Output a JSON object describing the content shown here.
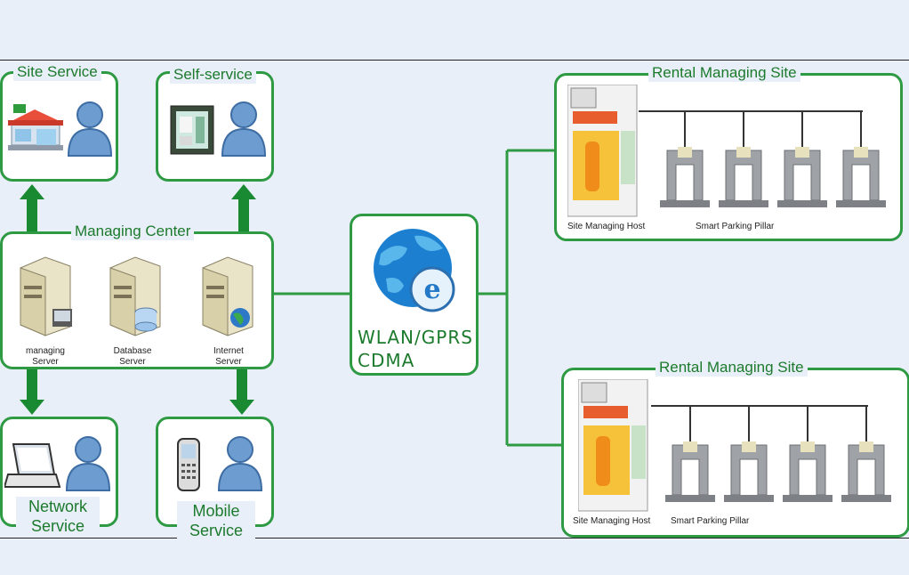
{
  "nodes": {
    "site_service": "Site Service",
    "self_service": "Self-service",
    "managing_center": "Managing Center",
    "network_service": "Network Service",
    "mobile_service": "Mobile Service",
    "network_hub_line1": "WLAN/GPRS",
    "network_hub_line2": "CDMA",
    "rental_site_1": "Rental Managing Site",
    "rental_site_2": "Rental Managing Site"
  },
  "servers": {
    "managing_1": "managing",
    "managing_2": "Server",
    "database_1": "Database",
    "database_2": "Server",
    "internet_1": "Internet",
    "internet_2": "Server"
  },
  "site_labels": {
    "host_1": "Site Managing Host",
    "pillar_1": "Smart Parking Pillar",
    "host_2": "Site Managing Host",
    "pillar_2": "Smart Parking Pillar"
  },
  "colors": {
    "accent": "#2f9a44",
    "label_text": "#1c7a2d",
    "background": "#e9eff8"
  }
}
